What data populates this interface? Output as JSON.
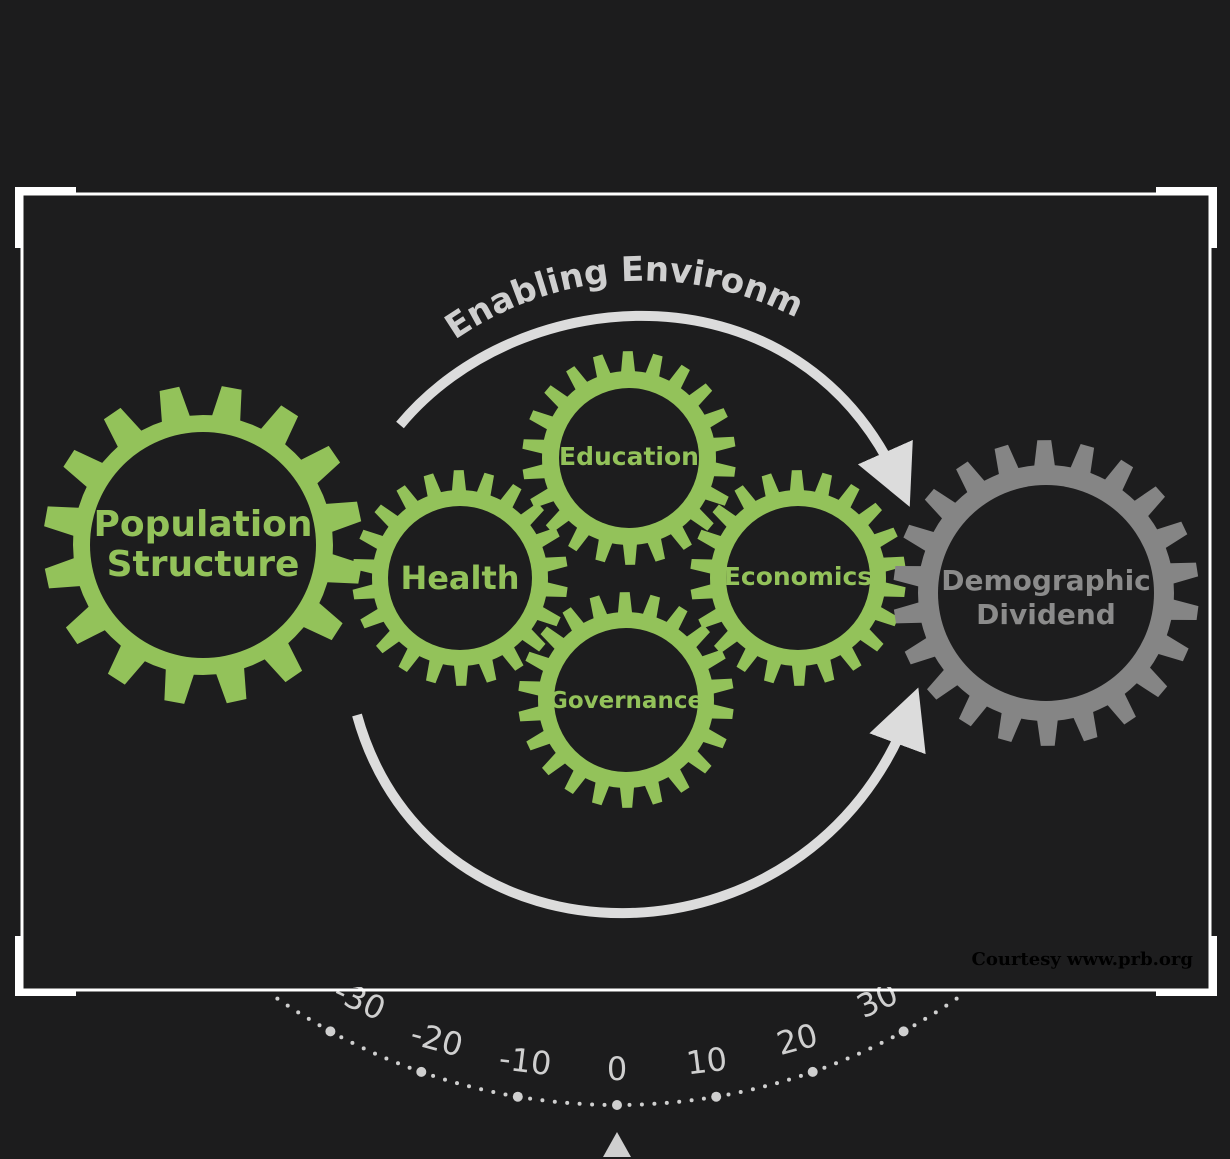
{
  "figure": {
    "arc_label": "Enabling Environment",
    "gears": {
      "population": {
        "line1": "Population",
        "line2": "Structure"
      },
      "education": {
        "label": "Education"
      },
      "health": {
        "label": "Health"
      },
      "economics": {
        "label": "Economics"
      },
      "governance": {
        "label": "Governance"
      },
      "dividend": {
        "line1": "Demographic",
        "line2": "Dividend"
      }
    },
    "courtesy": "Courtesy www.prb.org"
  },
  "rotation_dial": {
    "ticks": [
      "-30",
      "-20",
      "-10",
      "0",
      "10",
      "20",
      "30"
    ],
    "current_value": "0"
  },
  "colors": {
    "background": "#1c1c1d",
    "gear_green": "#93c25a",
    "gear_gray": "#858585",
    "arrow": "#dcdcdc",
    "frame": "#ffffff"
  }
}
